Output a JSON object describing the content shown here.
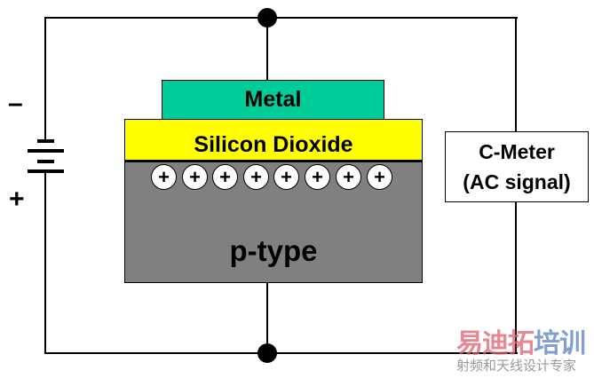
{
  "battery": {
    "minus": "–",
    "plus": "+"
  },
  "layers": {
    "metal": "Metal",
    "oxide": "Silicon Dioxide",
    "substrate": "p-type"
  },
  "charges": [
    "+",
    "+",
    "+",
    "+",
    "+",
    "+",
    "+",
    "+"
  ],
  "meter": {
    "line1": "C-Meter",
    "line2": "(AC signal)"
  },
  "watermark": {
    "brand_red": "易迪拓",
    "brand_blue": "培训",
    "tagline": "射频和天线设计专家"
  },
  "colors": {
    "metal": "#00cc99",
    "oxide": "#ffff00",
    "substrate": "#808080"
  }
}
